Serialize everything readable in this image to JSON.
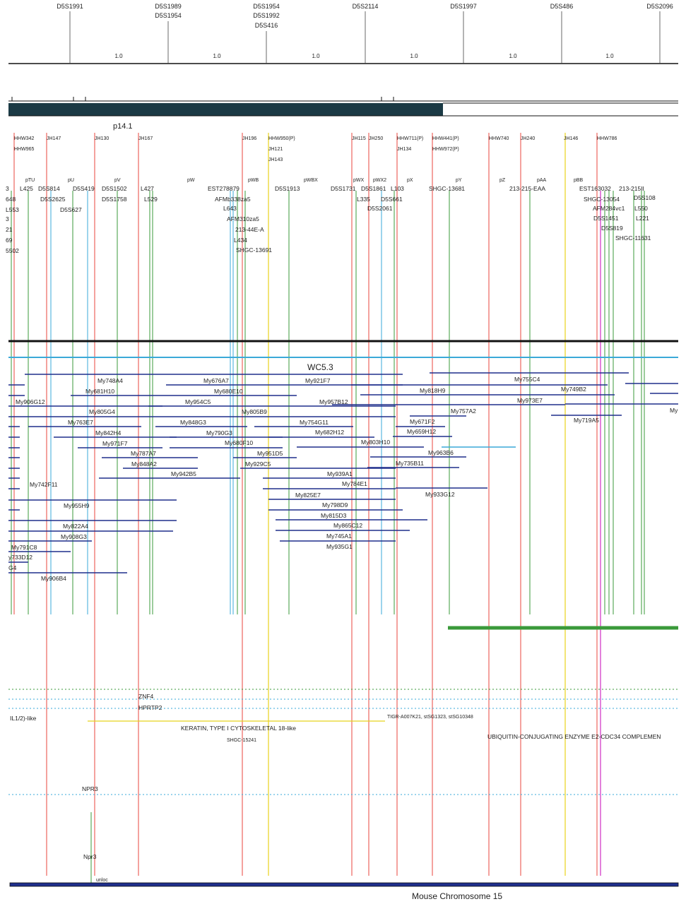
{
  "title": "Mouse Chromosome 15",
  "band": "p14.1",
  "wc_label": "WC5.3",
  "markers": [
    {
      "id": "m1",
      "lines": [
        "D5S1991"
      ]
    },
    {
      "id": "m2",
      "lines": [
        "D5S1989",
        "D5S1954"
      ]
    },
    {
      "id": "m3",
      "lines": [
        "D5S1954",
        "D5S1992",
        "D5S416"
      ]
    },
    {
      "id": "m4",
      "lines": [
        "D5S2114"
      ]
    },
    {
      "id": "m5",
      "lines": [
        "D5S1997"
      ]
    },
    {
      "id": "m6",
      "lines": [
        "D5S486"
      ]
    },
    {
      "id": "m7",
      "lines": [
        "D5S2096"
      ]
    }
  ],
  "distances": [
    "1.0",
    "1.0",
    "1.0",
    "1.0",
    "1.0",
    "1.0"
  ],
  "yac_labels": [
    "HHW342",
    "HHW965",
    "JH147",
    "JH130",
    "JH167",
    "JH196",
    "HHW950(P)",
    "JH121",
    "JH143",
    "JH115",
    "JH250",
    "HHW711(P)",
    "JH134",
    "HHW441(P)",
    "HHW972(P)",
    "HHW740",
    "JH240",
    "JH146",
    "HHW786"
  ],
  "probe_labels": [
    "pTU",
    "pU",
    "pV",
    "pW",
    "pWB",
    "pWBX",
    "pWX",
    "pWX2",
    "pX",
    "pY",
    "pZ",
    "pAA",
    "pBB"
  ],
  "sts_labels": [
    "3",
    "L425",
    "D5S814",
    "D5S419",
    "D5S1502",
    "L427",
    "EST278879",
    "D5S1913",
    "D5S1731",
    "D5S1861",
    "L103",
    "SHGC-13681",
    "213-215-EAA",
    "EST163032",
    "213-215II",
    "648",
    "D5S2625",
    "D5S1758",
    "L529",
    "AFMb338za5",
    "L335",
    "D5S661",
    "SHGC-13054",
    "D5S108",
    "L553",
    "D5S627",
    "L643",
    "D5S2061",
    "AFM284vc1",
    "L550",
    "3",
    "AFM310za5",
    "D5S1451",
    "L221",
    "21",
    "213-44E-A",
    "D5S819",
    "69",
    "L434",
    "SHGC-11631",
    "5502",
    "SHGC-13691"
  ],
  "clone_labels": [
    "My748A4",
    "My676A7",
    "My921F7",
    "My755C4",
    "My681H10",
    "My680E10",
    "My818H9",
    "My749B2",
    "My906G12",
    "My954C5",
    "My957B12",
    "My973E7",
    "My805G4",
    "My805B9",
    "My757A2",
    "My",
    "My763E7",
    "My848G3",
    "My754G11",
    "My671F2",
    "My719A5",
    "My842H4",
    "My790G3",
    "My682H12",
    "My659H12",
    "My971F7",
    "My680F10",
    "My803H10",
    "My787A7",
    "My951D5",
    "My963B6",
    "My848A2",
    "My929C5",
    "My735B11",
    "My942B5",
    "My939A1",
    "My742F11",
    "My784E1",
    "My825E7",
    "My933G12",
    "My955H9",
    "My798D9",
    "My815D3",
    "My822A4",
    "My865C12",
    "My908G3",
    "My745A1",
    "My791C8",
    "My935G1",
    "y733D12",
    "G4",
    "My906B4"
  ],
  "genes": [
    {
      "id": "g1",
      "text": "ZNF4"
    },
    {
      "id": "g2",
      "text": "HPRTP2"
    },
    {
      "id": "g3",
      "text": "IL1/2)-like"
    },
    {
      "id": "g4",
      "text": "TIGR-A007K21, stSG1323, stSG10348"
    },
    {
      "id": "g5",
      "text": "KERATIN, TYPE I CYTOSKELETAL 18-like"
    },
    {
      "id": "g6",
      "text": "SHGC-15241"
    },
    {
      "id": "g7",
      "text": "UBIQUITIN-CONJUGATING ENZYME E2-CDC34 COMPLEMEN"
    },
    {
      "id": "g8",
      "text": "NPR3"
    },
    {
      "id": "g9",
      "text": "Npr3"
    },
    {
      "id": "g10",
      "text": "unloc"
    }
  ],
  "colors": {
    "red": "#e8453c",
    "green": "#3a9a3a",
    "blue": "#1f2f8c",
    "cyan": "#3aa9d8",
    "yellow": "#e8d21c",
    "magenta": "#d23cc8",
    "orange": "#f0a030",
    "black": "#111111",
    "band": "#1b3a45"
  }
}
